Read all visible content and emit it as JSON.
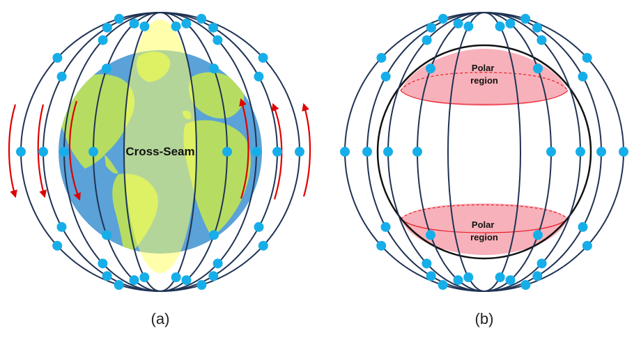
{
  "panel_a": {
    "caption": "(a)",
    "seam_label": "Cross-Seam"
  },
  "panel_b": {
    "caption": "(b)",
    "polar_labels": [
      [
        "Polar",
        "region"
      ],
      [
        "Polar",
        "region"
      ]
    ]
  },
  "colors": {
    "orbit": "#1f3354",
    "satellite": "#16aee9",
    "arrow": "#e00000",
    "ocean": "#5aa2d8",
    "land": "#b6dd62",
    "seam": "#ffff8a",
    "polar": "#f6a9b3",
    "polar_edge": "#e81e2b"
  },
  "icons": [
    "satellite-dot",
    "direction-arrow",
    "earth-globe"
  ]
}
